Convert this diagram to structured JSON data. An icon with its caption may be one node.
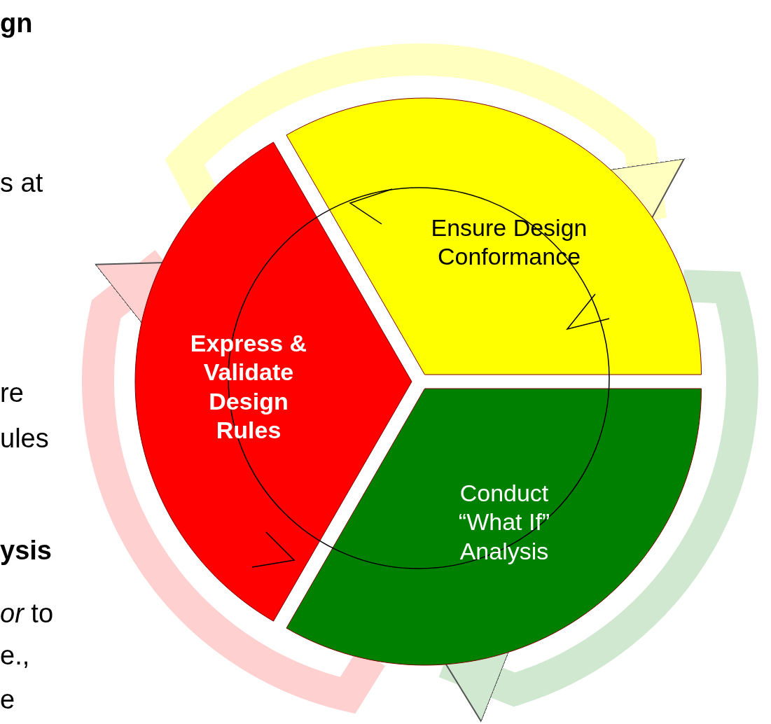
{
  "diagram": {
    "nodes": [
      {
        "text": [
          "Express & Validate Design Rules"
        ]
      },
      {
        "text": [
          "Ensure Design Conformance"
        ]
      },
      {
        "text": [
          "Conduct “What If” Analysis"
        ]
      }
    ],
    "edges": [
      {
        "from": 0,
        "to": 1,
        "arrow": "to",
        "color": "#ffffc0"
      },
      {
        "from": 1,
        "to": 2,
        "arrow": "to",
        "color": "#cfe8cf"
      },
      {
        "from": 2,
        "to": 0,
        "arrow": "to",
        "color": "#ffd0d0"
      }
    ],
    "labels": [
      "gn",
      "s at",
      "re",
      "ules",
      "ysis",
      "*or* to",
      "e.,",
      "e"
    ]
  }
}
